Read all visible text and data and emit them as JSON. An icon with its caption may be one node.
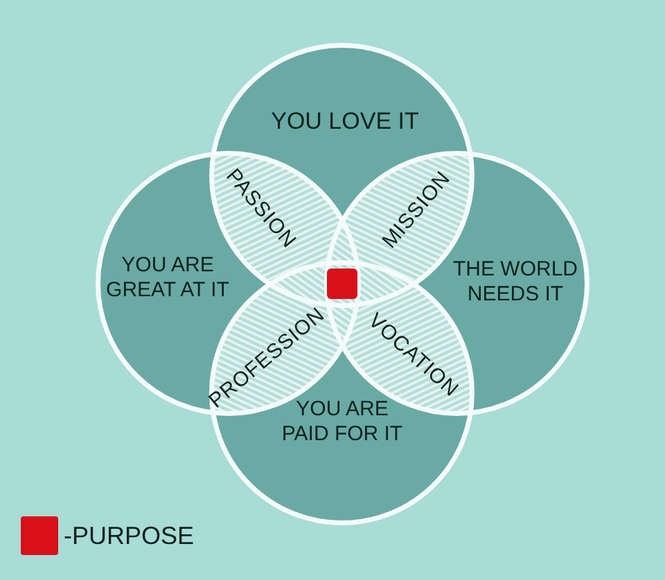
{
  "diagram": {
    "nodes": [
      {
        "text": [
          "YOU LOVE IT"
        ]
      },
      {
        "text": [
          "YOU ARE GREAT AT IT"
        ]
      },
      {
        "text": [
          "PASSION"
        ]
      },
      {
        "text": [
          "MISSION"
        ]
      },
      {
        "text": [
          "THE WORLD NEEDS IT"
        ]
      },
      {
        "text": [
          "PROFESSION"
        ]
      },
      {
        "text": [
          "VOCATION"
        ]
      },
      {
        "text": [
          "YOU ARE PAID FOR IT"
        ]
      }
    ],
    "legend": [
      {
        "text": "-PURPOSE",
        "color": "#d8101a"
      }
    ]
  }
}
